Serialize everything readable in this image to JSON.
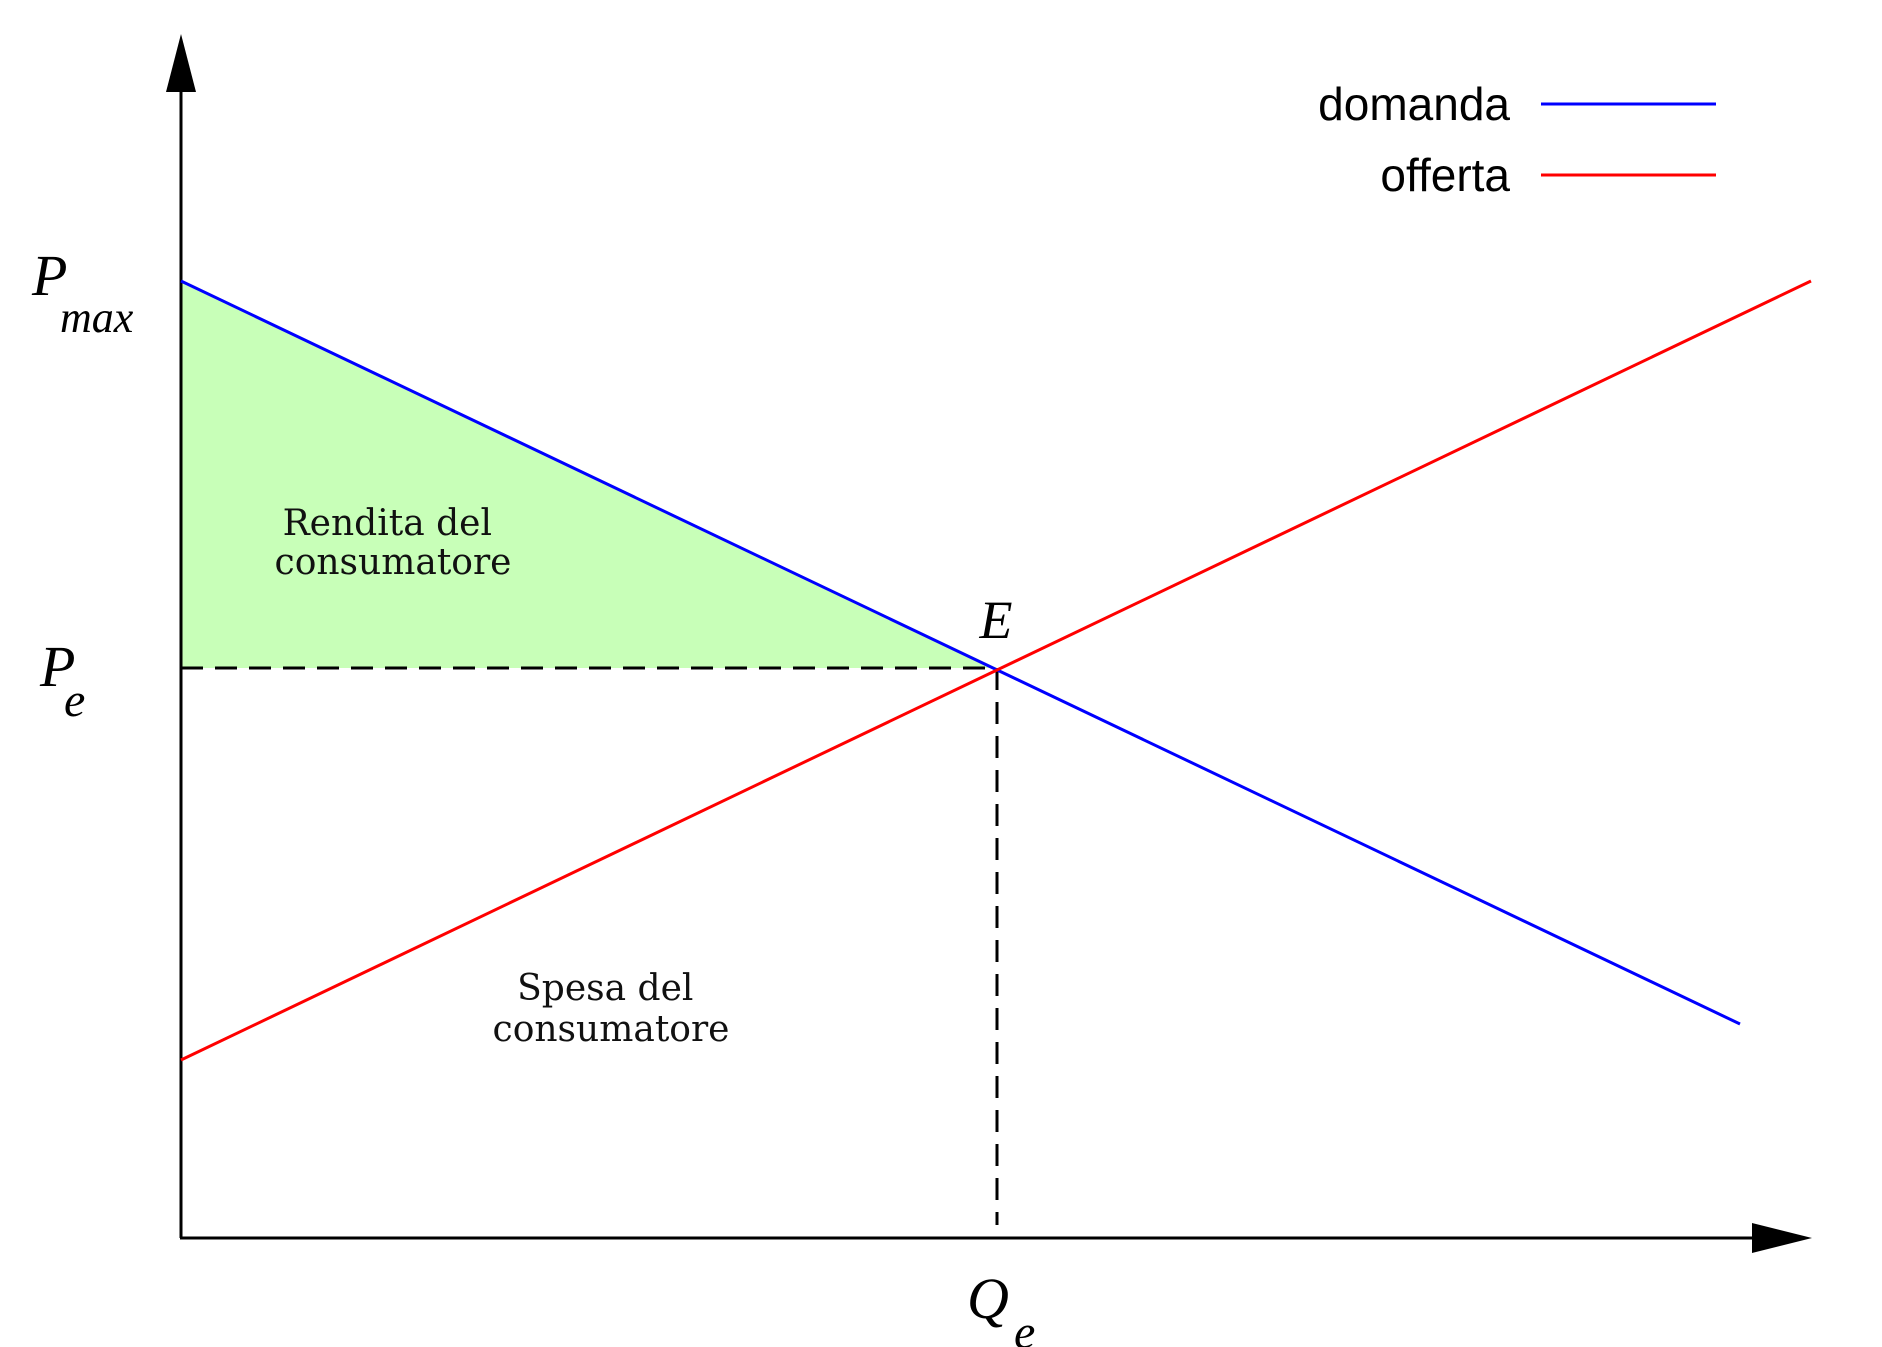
{
  "legend": {
    "demand_label": "domanda",
    "supply_label": "offerta",
    "demand_color": "#0000ff",
    "supply_color": "#ff0000"
  },
  "axis_labels": {
    "p_max_main": "P",
    "p_max_sub": "max",
    "p_e_main": "P",
    "p_e_sub": "e",
    "q_e_main": "Q",
    "q_e_sub": "e"
  },
  "point_label": "E",
  "regions": {
    "consumer_surplus_line1": "Rendita del",
    "consumer_surplus_line2": "consumatore",
    "consumer_spending_line1": "Spesa del",
    "consumer_spending_line2": "consumatore",
    "surplus_fill_color": "#c8ffb8"
  },
  "axis_color": "#000000"
}
